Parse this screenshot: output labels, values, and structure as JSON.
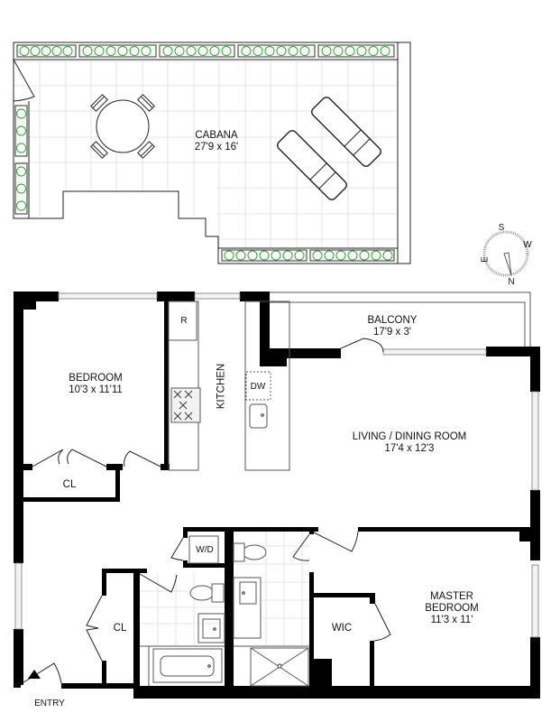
{
  "plan": {
    "cabana": {
      "name": "CABANA",
      "dims": "27'9 x 16'"
    },
    "balcony": {
      "name": "BALCONY",
      "dims": "17'9 x 3'"
    },
    "bedroom": {
      "name": "BEDROOM",
      "dims": "10'3 x 11'11"
    },
    "kitchen": {
      "name": "KITCHEN"
    },
    "living": {
      "name": "LIVING / DINING ROOM",
      "dims": "17'4 x 12'3"
    },
    "master": {
      "name_line1": "MASTER",
      "name_line2": "BEDROOM",
      "dims": "11'3 x 11'"
    },
    "closet_bedroom": {
      "name": "CL"
    },
    "closet_entry": {
      "name": "CL"
    },
    "wic": {
      "name": "WIC"
    },
    "laundry": {
      "name": "W/D"
    },
    "refrigerator": {
      "name": "R"
    },
    "dishwasher": {
      "name": "DW"
    },
    "entry": {
      "name": "ENTRY"
    },
    "compass": {
      "n": "N",
      "s": "S",
      "e": "E",
      "w": "W"
    }
  },
  "colors": {
    "wall": "#000000",
    "plant": "#2f9a2f",
    "grid": "#dcdcdc"
  }
}
